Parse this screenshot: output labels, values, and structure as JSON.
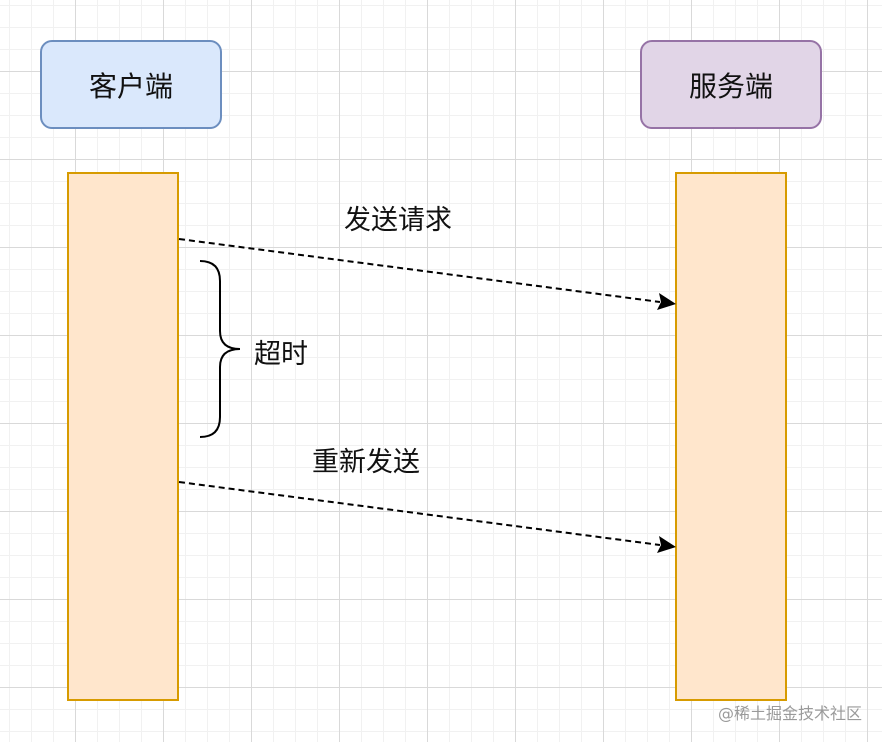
{
  "nodes": {
    "client": "客户端",
    "server": "服务端"
  },
  "messages": {
    "send_request": "发送请求",
    "timeout": "超时",
    "resend": "重新发送"
  },
  "watermark": "@稀土掘金技术社区",
  "colors": {
    "client_fill": "#dae8fc",
    "client_border": "#6c8ebf",
    "server_fill": "#e1d5e7",
    "server_border": "#9673a6",
    "lifeline_fill": "#ffe6cc",
    "lifeline_border": "#d79b00"
  }
}
